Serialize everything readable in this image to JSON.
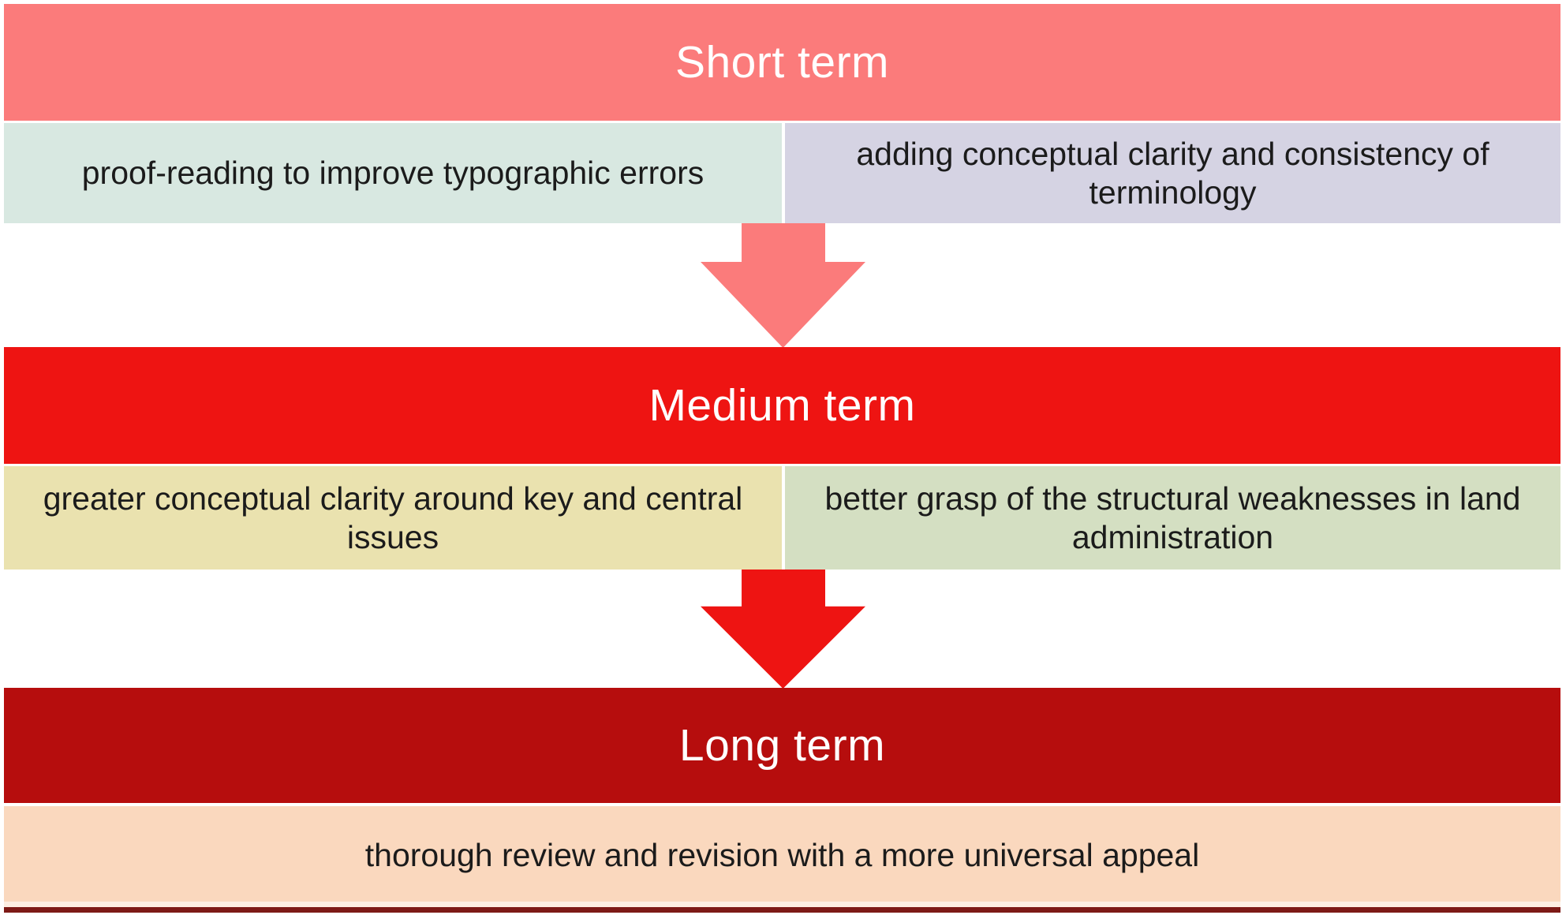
{
  "diagram": {
    "title_text_color": "#ffffff",
    "cell_text_color": "#1b1b1b",
    "tiers": [
      {
        "title": "Short term",
        "header_color": "#fb7b7b",
        "cells": [
          {
            "text": "proof-reading to improve typographic errors",
            "color": "#d8e8e1"
          },
          {
            "text": "adding conceptual clarity and consistency of terminology",
            "color": "#d5d3e3"
          }
        ]
      },
      {
        "title": "Medium term",
        "header_color": "#ee1412",
        "cells": [
          {
            "text": "greater conceptual clarity around key and central issues",
            "color": "#eae2af"
          },
          {
            "text": "better grasp of the structural weaknesses in land administration",
            "color": "#d4dfc2"
          }
        ]
      },
      {
        "title": "Long term",
        "header_color": "#b60d0d",
        "cells": [
          {
            "text": "thorough review and revision with a more universal appeal",
            "color": "#fad8be"
          }
        ]
      }
    ],
    "arrows": [
      {
        "name": "short-to-medium",
        "color": "#fb7b7b"
      },
      {
        "name": "medium-to-long",
        "color": "#ee1412"
      }
    ],
    "bottom_line_color": "#7d1a16"
  }
}
